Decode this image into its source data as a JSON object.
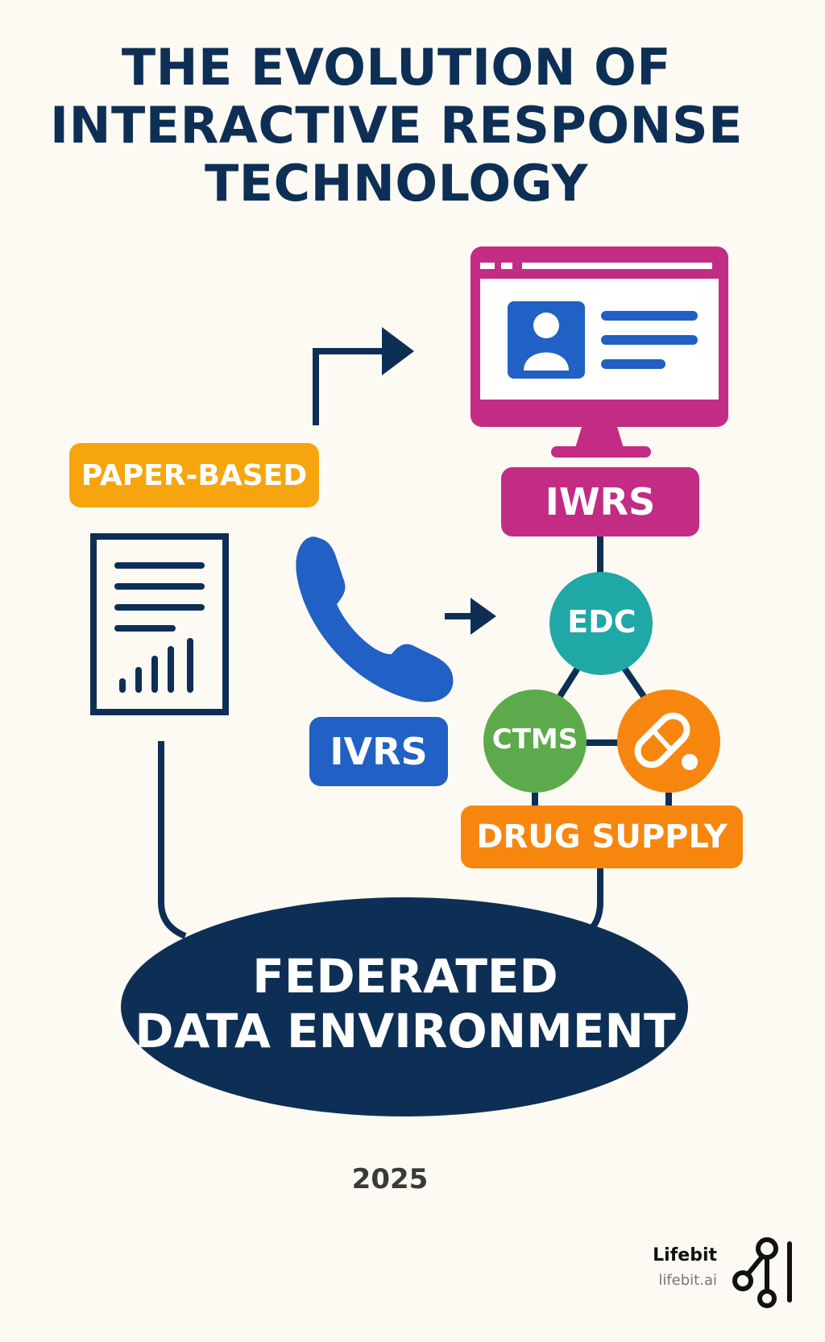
{
  "title": {
    "lines": [
      "THE EVOLUTION OF",
      "INTERACTIVE RESPONSE",
      "TECHNOLOGY"
    ]
  },
  "nodes": {
    "paper_based": "PAPER-BASED",
    "iwrs": "IWRS",
    "ivrs": "IVRS",
    "edc": "EDC",
    "ctms": "CTMS",
    "drug_supply": "DRUG SUPPLY",
    "federated": [
      "FEDERATED",
      "DATA ENVIRONMENT"
    ]
  },
  "icons": {
    "paper": "document-chart-icon",
    "phone": "phone-icon",
    "monitor": "monitor-profile-icon",
    "pill": "pill-icon",
    "logo": "lifebit-logo-icon"
  },
  "colors": {
    "navy": "#0e2f55",
    "paper": "#f7a50e",
    "iwrs": "#c22c85",
    "ivrs": "#2160c4",
    "edc": "#1fa8a6",
    "ctms": "#5caa4c",
    "drug": "#f7860f"
  },
  "footer": {
    "year": "2025",
    "brand_name": "Lifebit",
    "brand_url": "lifebit.ai"
  }
}
